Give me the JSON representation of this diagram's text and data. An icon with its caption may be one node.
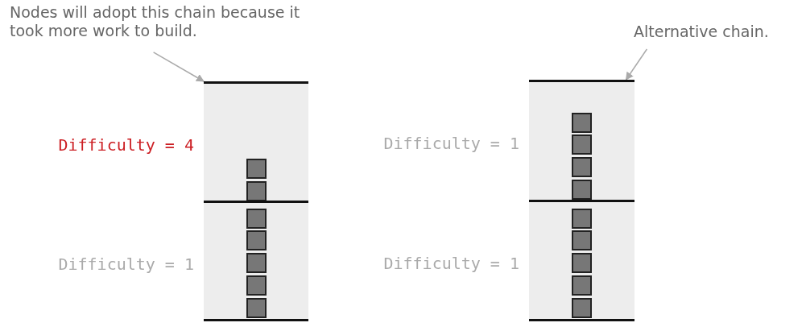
{
  "diagram": {
    "nodes": [
      {
        "text": [
          "Nodes will adopt this chain because it took more work to build."
        ]
      },
      {
        "text": [],
        "shape": "box"
      },
      {
        "text": [],
        "shape": "box",
        "in": 1,
        "beside": [
          "Difficulty = 4"
        ]
      },
      {
        "text": [],
        "shape": "box",
        "in": 2
      },
      {
        "text": [],
        "shape": "box",
        "in": 2
      },
      {
        "text": [],
        "shape": "box",
        "in": 1,
        "beside": [
          "Difficulty = 1"
        ]
      },
      {
        "text": [],
        "shape": "box",
        "in": 5
      },
      {
        "text": [],
        "shape": "box",
        "in": 5
      },
      {
        "text": [],
        "shape": "box",
        "in": 5
      },
      {
        "text": [],
        "shape": "box",
        "in": 5
      },
      {
        "text": [],
        "shape": "box",
        "in": 5
      },
      {
        "text": [
          "Alternative chain."
        ]
      },
      {
        "text": [],
        "shape": "box"
      },
      {
        "text": [],
        "shape": "box",
        "in": 12,
        "beside": [
          "Difficulty = 1"
        ]
      },
      {
        "text": [],
        "shape": "box",
        "in": 13
      },
      {
        "text": [],
        "shape": "box",
        "in": 13
      },
      {
        "text": [],
        "shape": "box",
        "in": 13
      },
      {
        "text": [],
        "shape": "box",
        "in": 13
      },
      {
        "text": [],
        "shape": "box",
        "in": 12,
        "beside": [
          "Difficulty = 1"
        ]
      },
      {
        "text": [],
        "shape": "box",
        "in": 18
      },
      {
        "text": [],
        "shape": "box",
        "in": 18
      },
      {
        "text": [],
        "shape": "box",
        "in": 18
      },
      {
        "text": [],
        "shape": "box",
        "in": 18
      },
      {
        "text": [],
        "shape": "box",
        "in": 18
      }
    ],
    "edges": [
      {
        "from": 0,
        "to": 1,
        "arrow": "to"
      },
      {
        "from": 11,
        "to": 12,
        "arrow": "to"
      }
    ]
  }
}
